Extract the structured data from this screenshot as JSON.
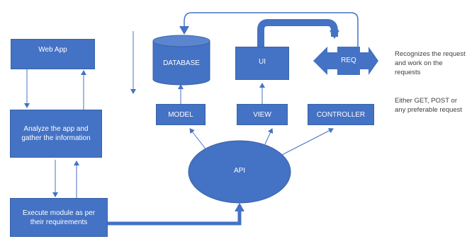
{
  "diagram": {
    "web_app": "Web App",
    "analyze": "Analyze the app and gather the information",
    "execute": "Execute module as per their requirements",
    "database": "DATABASE",
    "ui": "UI",
    "req": "REQ",
    "model": "MODEL",
    "view": "VIEW",
    "controller": "CONTROLLER",
    "api": "API",
    "note_req": "Recognizes the request and work on the requests",
    "note_methods": "Either GET, POST or any preferable request"
  },
  "colors": {
    "fill": "#4472c4",
    "line": "#4472c4",
    "text": "#404040"
  }
}
